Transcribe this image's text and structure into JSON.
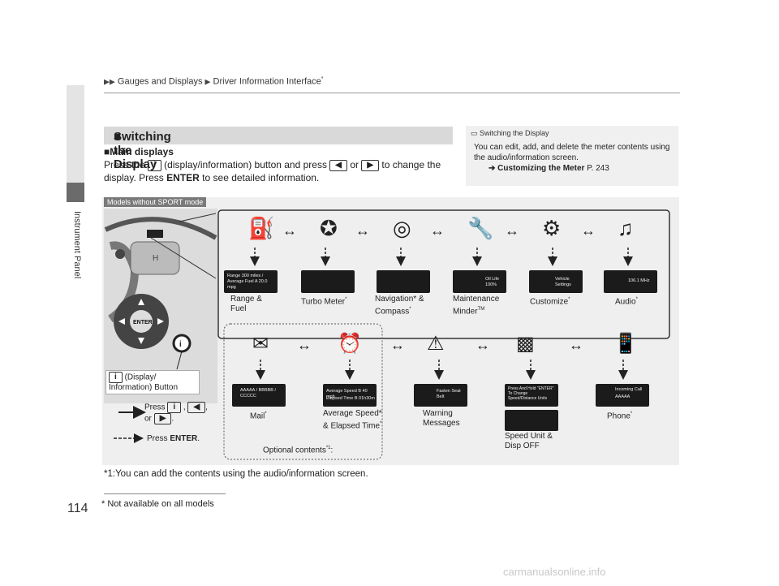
{
  "header": {
    "crumb1": "Gauges and Displays",
    "crumb2": "Driver Information Interface",
    "crumb2_sup": "*"
  },
  "side": {
    "label": "Instrument Panel"
  },
  "section": {
    "title": "Switching the Display",
    "subtitle": "Main displays",
    "text_a": "Press the",
    "text_b": "(display/information) button and press",
    "text_or": "or",
    "text_c": "to change the display. Press",
    "enter": "ENTER",
    "text_d": "to see detailed information."
  },
  "note": {
    "title": "Switching the Display",
    "text": "You can edit, add, and delete the meter contents using the audio/information screen.",
    "ref_label": "Customizing the Meter",
    "ref_page": "P. 243"
  },
  "diagram": {
    "mode_tag": "Models without SPORT mode",
    "info_button_label": "(Display/ Information) Button",
    "press_line1": "Press",
    "press_or": "or",
    "press_enter_prefix": "Press",
    "press_enter_key": "ENTER",
    "enter_key_face": "ENTER",
    "top_row": [
      {
        "label": "Range & Fuel",
        "sup": ""
      },
      {
        "label": "Turbo Meter",
        "sup": "*"
      },
      {
        "label": "Navigation* & Compass",
        "sup": "*"
      },
      {
        "label": "Maintenance Minder",
        "sup": "TM"
      },
      {
        "label": "Customize",
        "sup": "*"
      },
      {
        "label": "Audio",
        "sup": "*"
      }
    ],
    "bottom_row": [
      {
        "label": "Mail",
        "sup": "*"
      },
      {
        "label": "Average Speed* & Elapsed Time",
        "sup": "*"
      },
      {
        "label": "Warning Messages",
        "sup": ""
      },
      {
        "label": "Speed Unit & Disp OFF",
        "sup": ""
      },
      {
        "label": "Phone",
        "sup": "*"
      }
    ],
    "optional_label": "Optional contents",
    "optional_sup": "*1",
    "screens": {
      "range": "Range 300 miles / Average Fuel A 20.0 mpg",
      "oil": "Oil Life 100%",
      "vehicle": "Vehicle Settings",
      "audio": "106.1 MHz",
      "avg_speed": "Average Speed B 40 mph",
      "elapsed": "Elapsed Time B 01h30m",
      "mail_rows": "AAAAA / BBBBB / CCCCC",
      "seatbelt": "Fasten Seat Belt",
      "speed_unit": "Press And Hold \"ENTER\" To Change Speed/Distance Units",
      "incoming": "Incoming Call",
      "caller": "AAAAA"
    }
  },
  "footnotes": {
    "star1": "*1:You can add the contents using the audio/information screen.",
    "star": "* Not available on all models"
  },
  "page_number": "114",
  "watermark": "carmanualsonline.info",
  "colors": {
    "panel": "#efefef",
    "header_bar": "#d9d9d9",
    "tab": "#6b6b6b",
    "screen": "#1b1b1b"
  }
}
